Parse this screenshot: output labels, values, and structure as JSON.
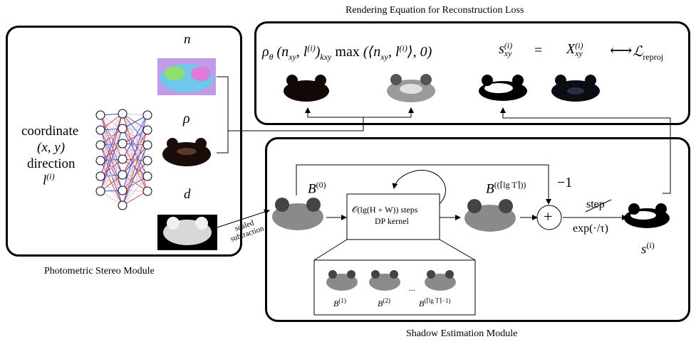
{
  "captions": {
    "rendering": "Rendering Equation for Reconstruction Loss",
    "photometric": "Photometric Stereo Module",
    "shadow": "Shadow Estimation Module"
  },
  "inputs": {
    "line1": "coordinate",
    "line2": "(x, y)",
    "line3": "direction",
    "line4": "l",
    "line4_sup": "(i)"
  },
  "outputs": {
    "n": "n",
    "rho": "ρ",
    "d": "d"
  },
  "equation": {
    "rho": "ρ",
    "theta": "θ",
    "part1": "(n",
    "part1_sub": "xy",
    "part2": ", l",
    "part2_sup": "(i)",
    "part3": ")",
    "part3_sub": "kxy",
    "max": "max",
    "part4": "(⟨n",
    "part4_sub": "xy",
    "part5": ", l",
    "part5_sup": "(i)",
    "part6": "⟩, 0)",
    "s": "s",
    "s_sub": "xy",
    "s_sup": "(i)",
    "eq": "=",
    "X": "X",
    "X_sub": "xy",
    "X_sup": "(i)",
    "arrow": "⟷",
    "L": "ℒ",
    "L_sub": "reproj"
  },
  "shadow": {
    "B0": "B",
    "B0_sup": "(0)",
    "steps": "𝒪(lg(H + W)) steps",
    "kernel": "DP kernel",
    "Bfinal": "B",
    "Bfinal_sup": "((⌈lg T⌉))",
    "minus_one": "−1",
    "plus": "+",
    "step": "step",
    "exp": "exp(·/τ)",
    "s_out": "s",
    "s_out_sup": "(i)",
    "scaled": "scaled",
    "subtraction": "subtraction",
    "sub1": "B",
    "sub1_sup": "(1)",
    "sub2": "B",
    "sub2_sup": "(2)",
    "dots": "...",
    "sub3": "B",
    "sub3_sup": "(⌈lg T⌉−1)"
  }
}
